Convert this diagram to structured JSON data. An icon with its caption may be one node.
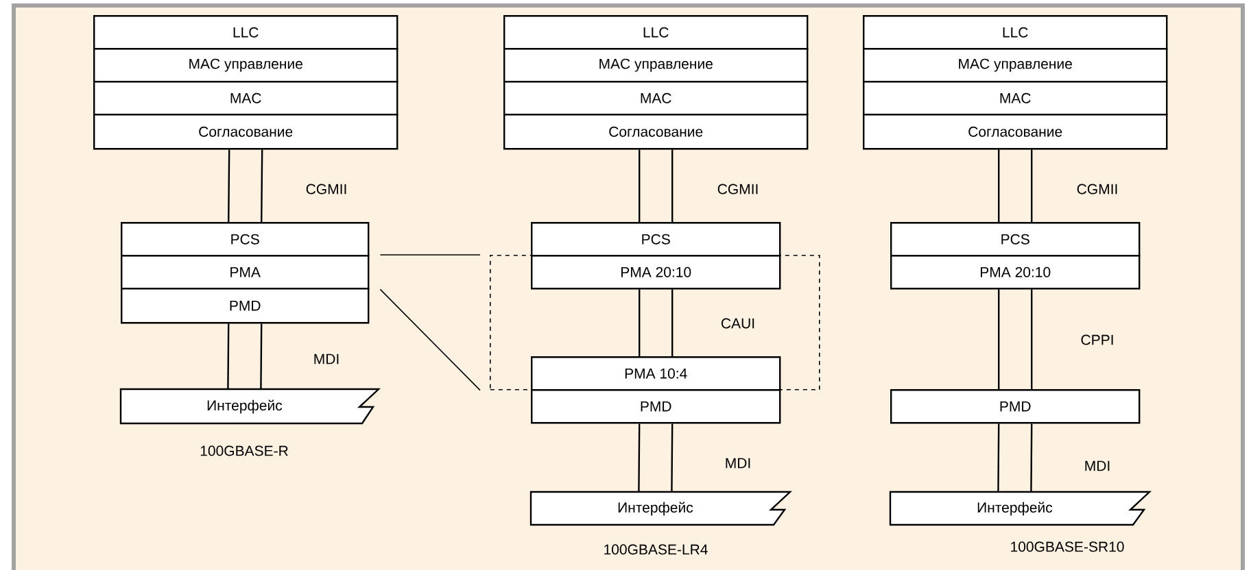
{
  "diagram": {
    "nodes": [
      {
        "text": [
          "LLC"
        ]
      },
      {
        "text": [
          "MAC управление"
        ]
      },
      {
        "text": [
          "MAC"
        ]
      },
      {
        "text": [
          "Согласование"
        ]
      },
      {
        "text": [
          "PCS"
        ]
      },
      {
        "text": [
          "PMA"
        ]
      },
      {
        "text": [
          "PMD"
        ]
      },
      {
        "text": [
          "Интерфейс"
        ]
      },
      {
        "text": [
          "LLC"
        ]
      },
      {
        "text": [
          "MAC управление"
        ]
      },
      {
        "text": [
          "MAC"
        ]
      },
      {
        "text": [
          "Согласование"
        ]
      },
      {
        "text": [
          "PCS"
        ]
      },
      {
        "text": [
          "PMA 20:10"
        ],
        "in": 25
      },
      {
        "text": [
          "PMA 10:4"
        ],
        "in": 25
      },
      {
        "text": [
          "PMD"
        ]
      },
      {
        "text": [
          "Интерфейс"
        ]
      },
      {
        "text": [
          "LLC"
        ]
      },
      {
        "text": [
          "MAC управление"
        ]
      },
      {
        "text": [
          "MAC"
        ]
      },
      {
        "text": [
          "Согласование"
        ]
      },
      {
        "text": [
          "PCS"
        ]
      },
      {
        "text": [
          "PMA 20:10"
        ]
      },
      {
        "text": [
          "PMD"
        ]
      },
      {
        "text": [
          "Интерфейс"
        ]
      },
      {
        "text": [],
        "shape": "box"
      }
    ],
    "edges": [
      {
        "from": 3,
        "to": 4,
        "arrow": "none"
      },
      {
        "from": 3,
        "to": 4,
        "arrow": "none"
      },
      {
        "from": 6,
        "to": 7,
        "arrow": "none"
      },
      {
        "from": 6,
        "to": 7,
        "arrow": "none"
      },
      {
        "from": 11,
        "to": 12,
        "arrow": "none"
      },
      {
        "from": 11,
        "to": 12,
        "arrow": "none"
      },
      {
        "from": 13,
        "to": 14,
        "arrow": "none"
      },
      {
        "from": 13,
        "to": 14,
        "arrow": "none"
      },
      {
        "from": 15,
        "to": 16,
        "arrow": "none"
      },
      {
        "from": 15,
        "to": 16,
        "arrow": "none"
      },
      {
        "from": 20,
        "to": 21,
        "arrow": "none"
      },
      {
        "from": 20,
        "to": 21,
        "arrow": "none"
      },
      {
        "from": 22,
        "to": 23,
        "arrow": "none"
      },
      {
        "from": 22,
        "to": 23,
        "arrow": "none"
      },
      {
        "from": 23,
        "to": 24,
        "arrow": "none"
      },
      {
        "from": 23,
        "to": 24,
        "arrow": "none"
      },
      {
        "from": 5,
        "to": 25,
        "arrow": "none"
      },
      {
        "from": 5,
        "to": 25,
        "arrow": "none"
      }
    ],
    "labels": [
      "CGMII",
      "MDI",
      "100GBASE-R",
      "CGMII",
      "CAUI",
      "MDI",
      "100GBASE-LR4",
      "CGMII",
      "CPPI",
      "MDI",
      "100GBASE-SR10"
    ]
  }
}
